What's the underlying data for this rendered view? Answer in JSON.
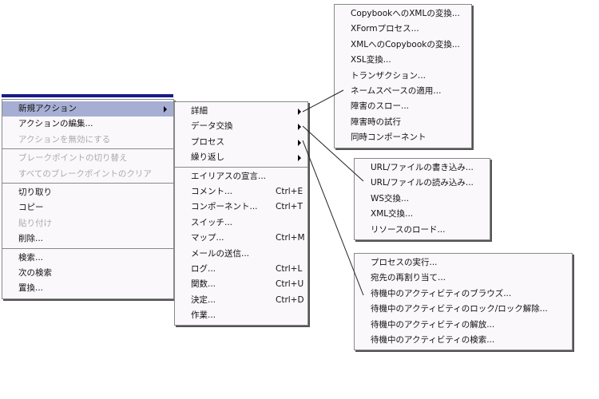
{
  "main_menu": {
    "items": [
      {
        "label": "新規アクション",
        "submenu": true,
        "selected": true
      },
      {
        "label": "アクションの編集..."
      },
      {
        "label": "アクションを無効にする",
        "disabled": true
      },
      {
        "sep": true
      },
      {
        "label": "ブレークポイントの切り替え",
        "disabled": true
      },
      {
        "label": "すべてのブレークポイントのクリア",
        "disabled": true
      },
      {
        "sep": true
      },
      {
        "label": "切り取り"
      },
      {
        "label": "コピー"
      },
      {
        "label": "貼り付け",
        "disabled": true
      },
      {
        "label": "削除..."
      },
      {
        "sep": true
      },
      {
        "label": "検索..."
      },
      {
        "label": "次の検索"
      },
      {
        "label": "置換..."
      }
    ]
  },
  "new_action_menu": {
    "items": [
      {
        "label": "詳細",
        "submenu": true
      },
      {
        "label": "データ交換",
        "submenu": true
      },
      {
        "label": "プロセス",
        "submenu": true
      },
      {
        "label": "繰り返し",
        "submenu": true
      },
      {
        "sep": true
      },
      {
        "label": "エイリアスの宣言..."
      },
      {
        "label": "コメント...",
        "shortcut": "Ctrl+E"
      },
      {
        "label": "コンポーネント...",
        "shortcut": "Ctrl+T"
      },
      {
        "label": "スイッチ..."
      },
      {
        "label": "マップ...",
        "shortcut": "Ctrl+M"
      },
      {
        "label": "メールの送信..."
      },
      {
        "label": "ログ...",
        "shortcut": "Ctrl+L"
      },
      {
        "label": "関数...",
        "shortcut": "Ctrl+U"
      },
      {
        "label": "決定...",
        "shortcut": "Ctrl+D"
      },
      {
        "label": "作業..."
      }
    ]
  },
  "details_menu": {
    "items": [
      {
        "label": "CopybookへのXMLの変換..."
      },
      {
        "label": "XFormプロセス..."
      },
      {
        "label": "XMLへのCopybookの変換..."
      },
      {
        "label": "XSL変換..."
      },
      {
        "label": "トランザクション..."
      },
      {
        "label": "ネームスペースの適用..."
      },
      {
        "label": "障害のスロー..."
      },
      {
        "label": "障害時の試行"
      },
      {
        "label": "同時コンポーネント"
      }
    ]
  },
  "data_exchange_menu": {
    "items": [
      {
        "label": "URL/ファイルの書き込み..."
      },
      {
        "label": "URL/ファイルの読み込み..."
      },
      {
        "label": "WS交換..."
      },
      {
        "label": "XML交換..."
      },
      {
        "label": "リソースのロード..."
      }
    ]
  },
  "process_menu": {
    "items": [
      {
        "label": "プロセスの実行..."
      },
      {
        "label": "宛先の再割り当て..."
      },
      {
        "label": "待機中のアクティビティのブラウズ..."
      },
      {
        "label": "待機中のアクティビティのロック/ロック解除..."
      },
      {
        "label": "待機中のアクティビティの解放..."
      },
      {
        "label": "待機中のアクティビティの検索..."
      }
    ]
  }
}
